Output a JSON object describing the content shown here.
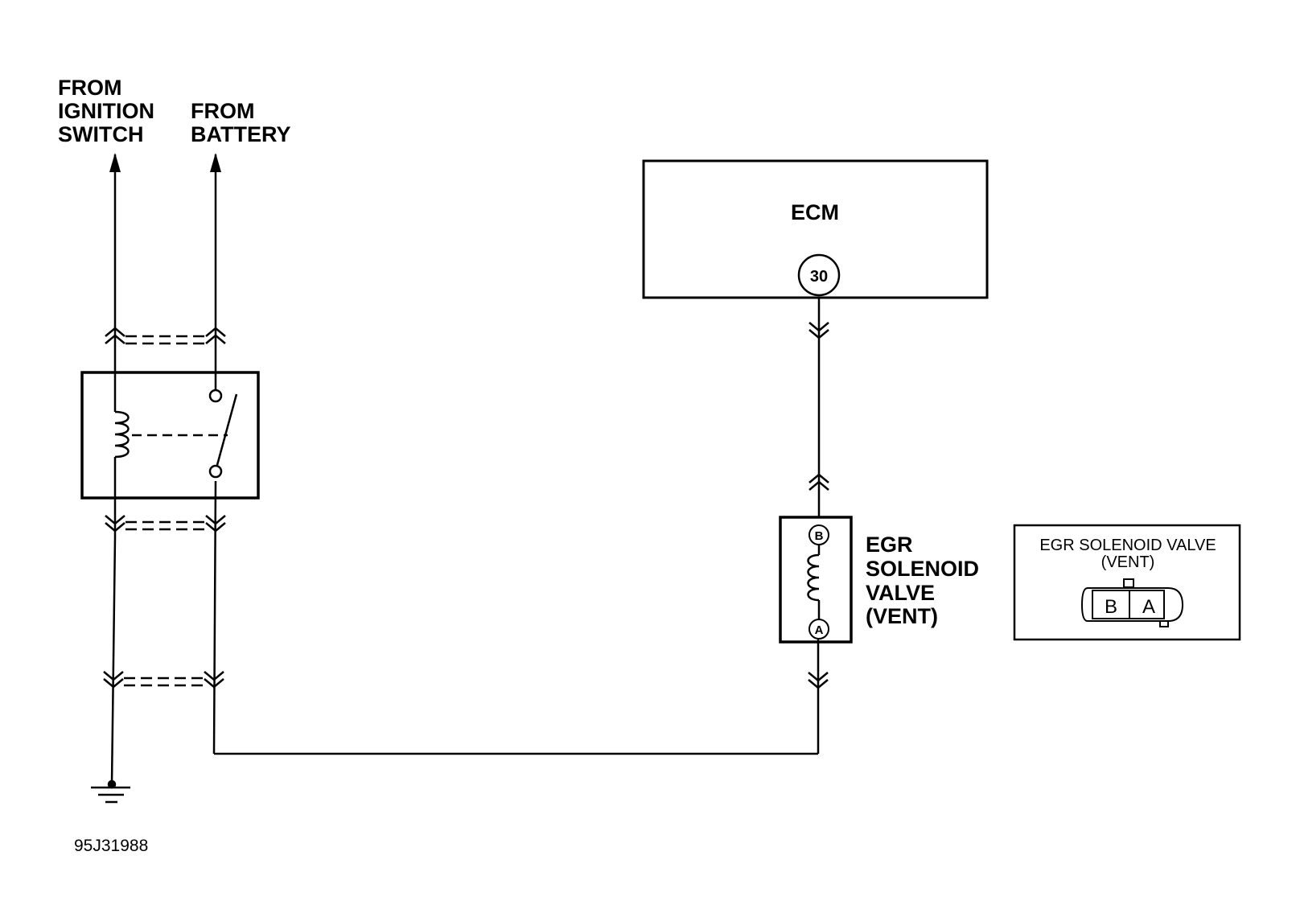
{
  "labels": {
    "from_ignition": [
      "FROM",
      "IGNITION",
      "SWITCH"
    ],
    "from_battery": [
      "FROM",
      "BATTERY"
    ],
    "ecm": "ECM",
    "ecm_pin": "30",
    "egr_valve": [
      "EGR",
      "SOLENOID",
      "VALVE",
      "(VENT)"
    ],
    "valve_pin_b": "B",
    "valve_pin_a": "A",
    "connector_title": [
      "EGR  SOLENOID VALVE",
      "(VENT)"
    ],
    "connector_pins": [
      "B",
      "A"
    ],
    "figure_id": "95J31988"
  },
  "colors": {
    "line": "#000000",
    "background": "#ffffff"
  }
}
